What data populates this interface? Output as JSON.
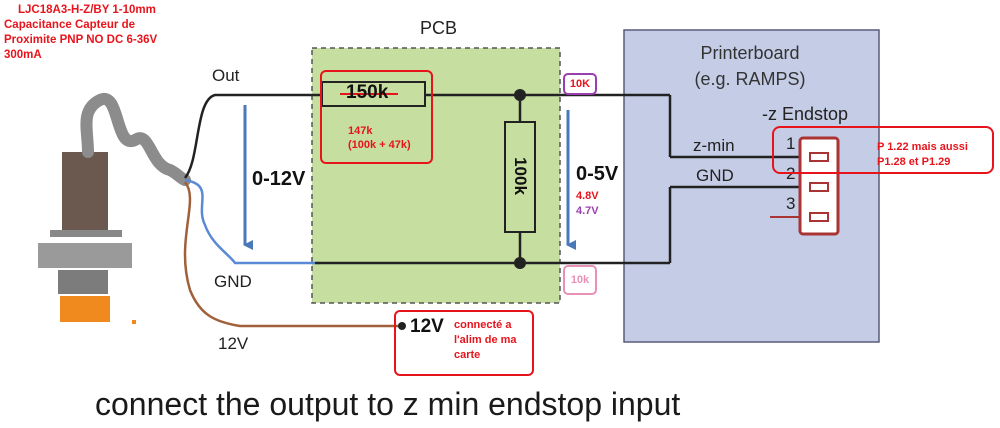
{
  "sensor_note": {
    "line1": "LJC18A3-H-Z/BY 1-10mm",
    "line2": "Capacitance Capteur de",
    "line3": "Proximite PNP NO DC 6-36V",
    "line4": "300mA"
  },
  "sensor_wires": {
    "out": "Out",
    "gnd": "GND",
    "v12": "12V"
  },
  "pcb": {
    "title": "PCB",
    "r_top": "150k",
    "r_top_note1": "147k",
    "r_top_note2": "(100k + 47k)",
    "r_vertical": "100k"
  },
  "voltages": {
    "input": "0-12V",
    "output": "0-5V",
    "measured_1": "4.8V",
    "measured_2": "4.7V"
  },
  "resistor_notes": {
    "top": "10K",
    "bottom": "10k"
  },
  "supply": {
    "label": "12V",
    "note1": "connecté a",
    "note2": "l'alim de ma",
    "note3": "carte"
  },
  "printerboard": {
    "title1": "Printerboard",
    "title2": "(e.g. RAMPS)",
    "endstop": "-z Endstop",
    "pin_zmin": "z-min",
    "pin_gnd": "GND",
    "pin1": "1",
    "pin2": "2",
    "pin3": "3",
    "note1": "P 1.22 mais aussi",
    "note2": "P1.28 et P1.29"
  },
  "caption": "connect the output to z min endstop input",
  "colors": {
    "pcb_fill": "#c6dea0",
    "board_fill": "#c5cde6",
    "annotation_red": "#e8141c",
    "arrow_blue": "#4a78b8",
    "purple": "#9b3fb0",
    "pink": "#e891b8"
  }
}
